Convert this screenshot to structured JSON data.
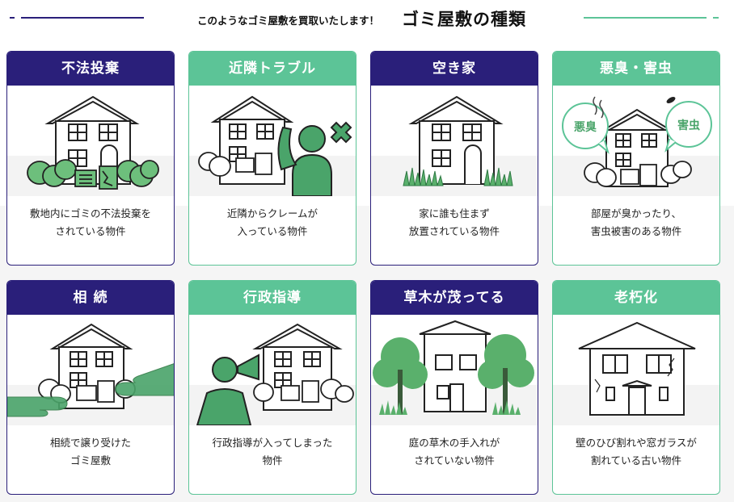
{
  "header": {
    "subtitle": "このようなゴミ屋敷を買取いたします！",
    "title": "ゴミ屋敷の種類",
    "accent_navy": "#2a1f7a",
    "accent_green": "#5cc497"
  },
  "cards": [
    {
      "title": "不法投棄",
      "theme": "navy",
      "desc": [
        "敷地内にゴミの不法投棄を",
        "されている物件"
      ]
    },
    {
      "title": "近隣トラブル",
      "theme": "green",
      "desc": [
        "近隣からクレームが",
        "入っている物件"
      ]
    },
    {
      "title": "空き家",
      "theme": "navy",
      "desc": [
        "家に誰も住まず",
        "放置されている物件"
      ]
    },
    {
      "title": "悪臭・害虫",
      "theme": "green",
      "desc": [
        "部屋が臭かったり、",
        "害虫被害のある物件"
      ],
      "bubbles": [
        "悪臭",
        "害虫"
      ]
    },
    {
      "title": "相 続",
      "theme": "navy",
      "desc": [
        "相続で譲り受けた",
        "ゴミ屋敷"
      ]
    },
    {
      "title": "行政指導",
      "theme": "green",
      "desc": [
        "行政指導が入ってしまった",
        "物件"
      ]
    },
    {
      "title": "草木が茂ってる",
      "theme": "navy",
      "desc": [
        "庭の草木の手入れが",
        "されていない物件"
      ]
    },
    {
      "title": "老朽化",
      "theme": "green",
      "desc": [
        "壁のひび割れや窓ガラスが",
        "割れている古い物件"
      ]
    }
  ]
}
